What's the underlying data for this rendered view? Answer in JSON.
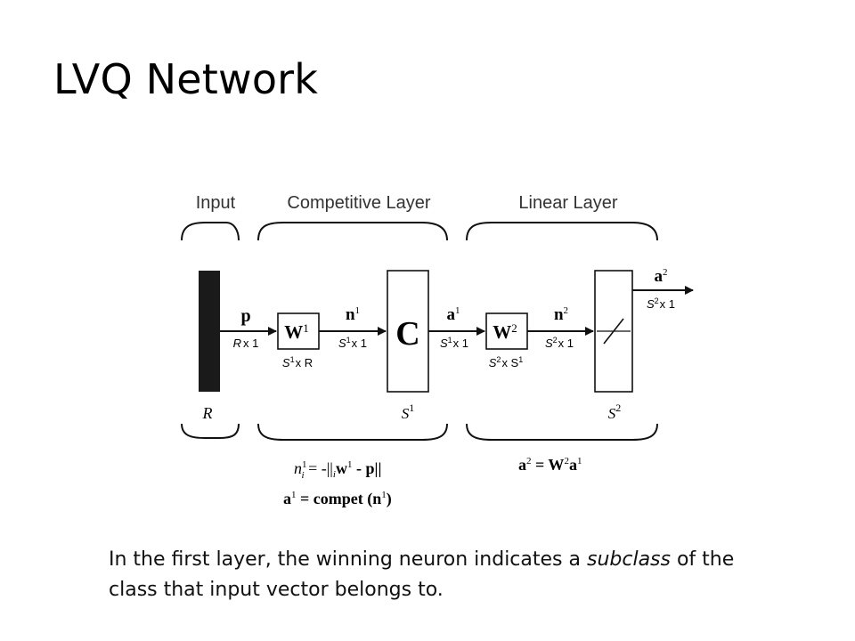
{
  "slide": {
    "title": "LVQ Network",
    "caption_before": "In the first layer, the winning neuron indicates a ",
    "caption_emphasis": "subclass",
    "caption_after": " of the class that input vector belongs to."
  },
  "diagram": {
    "section_labels": {
      "input": "Input",
      "competitive": "Competitive Layer",
      "linear": "Linear Layer"
    },
    "input_size": "R",
    "input_vector": {
      "name": "p",
      "dim_a": "R",
      "dim_b": "x 1"
    },
    "weight1": {
      "name": "W",
      "sup": "1",
      "dim_s": "S",
      "dim_s_sup": "1",
      "dim_rest": "x R"
    },
    "net1": {
      "name": "n",
      "sup": "1",
      "dim_s": "S",
      "dim_s_sup": "1",
      "dim_rest": "x 1"
    },
    "compet_block": {
      "symbol": "C",
      "size": "S",
      "size_sup": "1"
    },
    "out1": {
      "name": "a",
      "sup": "1",
      "dim_s": "S",
      "dim_s_sup": "1",
      "dim_rest": "x 1"
    },
    "weight2": {
      "name": "W",
      "sup": "2",
      "dim_s": "S",
      "dim_s_sup": "2",
      "dim_mid": "x S",
      "dim_end_sup": "1"
    },
    "net2": {
      "name": "n",
      "sup": "2",
      "dim_s": "S",
      "dim_s_sup": "2",
      "dim_rest": "x 1"
    },
    "linear_block": {
      "size": "S",
      "size_sup": "2"
    },
    "out2": {
      "name": "a",
      "sup": "2",
      "dim_s": "S",
      "dim_s_sup": "2",
      "dim_rest": "x 1"
    },
    "eq1": {
      "lhs": "n",
      "lhs_sup": "1",
      "lhs_sub": "i",
      "rhs_a": " = -||",
      "rhs_sub": "i",
      "rhs_b": "w",
      "rhs_sup": "1",
      "rhs_c": " - p||"
    },
    "eq2": {
      "text_a": "a",
      "sup_a": "1",
      "text_b": " = compet (n",
      "sup_b": "1",
      "text_c": ")"
    },
    "eq3": {
      "text_a": "a",
      "sup_a": "2",
      "text_b": " = W",
      "sup_b": "2",
      "text_c": "a",
      "sup_c": "1"
    }
  }
}
